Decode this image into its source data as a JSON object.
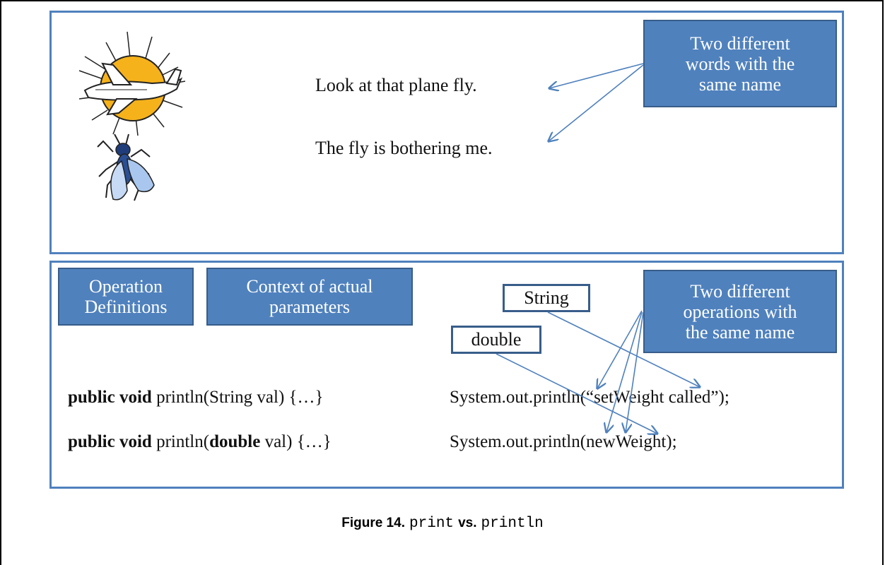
{
  "top_panel": {
    "sentence_1": "Look at that plane fly.",
    "sentence_2": "The fly is bothering me.",
    "callout_lines": [
      "Two different",
      "words with the",
      "same name"
    ],
    "icons": [
      "sun-plane-icon",
      "fly-insect-icon"
    ]
  },
  "bottom_panel": {
    "operation_definitions_lines": [
      "Operation",
      "Definitions"
    ],
    "context_lines": [
      "Context of actual",
      "parameters"
    ],
    "callout_lines": [
      "Two different",
      "operations with",
      "the same name"
    ],
    "type_string": "String",
    "type_double": "double",
    "definition_1": {
      "keyword": "public void",
      "signature": "println(String val) {…}"
    },
    "definition_2": {
      "keyword": "public void",
      "sig_start": "println(",
      "sig_bold": "double",
      "sig_end": " val) {…}"
    },
    "call_1": "System.out.println(“setWeight called”);",
    "call_2": "System.out.println(newWeight);"
  },
  "caption": {
    "label": "Figure 14.",
    "code_1": "print",
    "word": "vs.",
    "code_2": "println"
  },
  "colors": {
    "panel_border": "#4f81bd",
    "callout_fill": "#4f81bd",
    "callout_border": "#385d8a",
    "arrow": "#4f81bd"
  }
}
